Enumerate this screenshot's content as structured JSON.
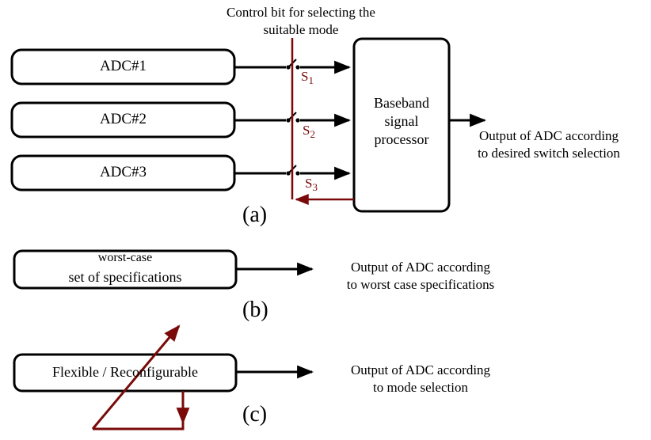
{
  "colors": {
    "stroke": "#000000",
    "control": "#7a0a0a",
    "background": "#ffffff"
  },
  "panel_a": {
    "label": "(a)",
    "control_caption_line1": "Control bit for selecting the",
    "control_caption_line2": "suitable mode",
    "adc_labels": [
      "ADC#1",
      "ADC#2",
      "ADC#3"
    ],
    "switches": [
      {
        "letter": "S",
        "index": "1"
      },
      {
        "letter": "S",
        "index": "2"
      },
      {
        "letter": "S",
        "index": "3"
      }
    ],
    "processor_line1": "Baseband",
    "processor_line2": "signal",
    "processor_line3": "processor",
    "output_line1": "Output of ADC according",
    "output_line2": "to desired switch selection"
  },
  "panel_b": {
    "label": "(b)",
    "box_line1": "worst-case",
    "box_line2": "set of specifications",
    "output_line1": "Output of ADC according",
    "output_line2": "to worst case specifications"
  },
  "panel_c": {
    "label": "(c)",
    "box_text": "Flexible / Reconfigurable",
    "output_line1": "Output of ADC according",
    "output_line2": "to mode selection"
  }
}
